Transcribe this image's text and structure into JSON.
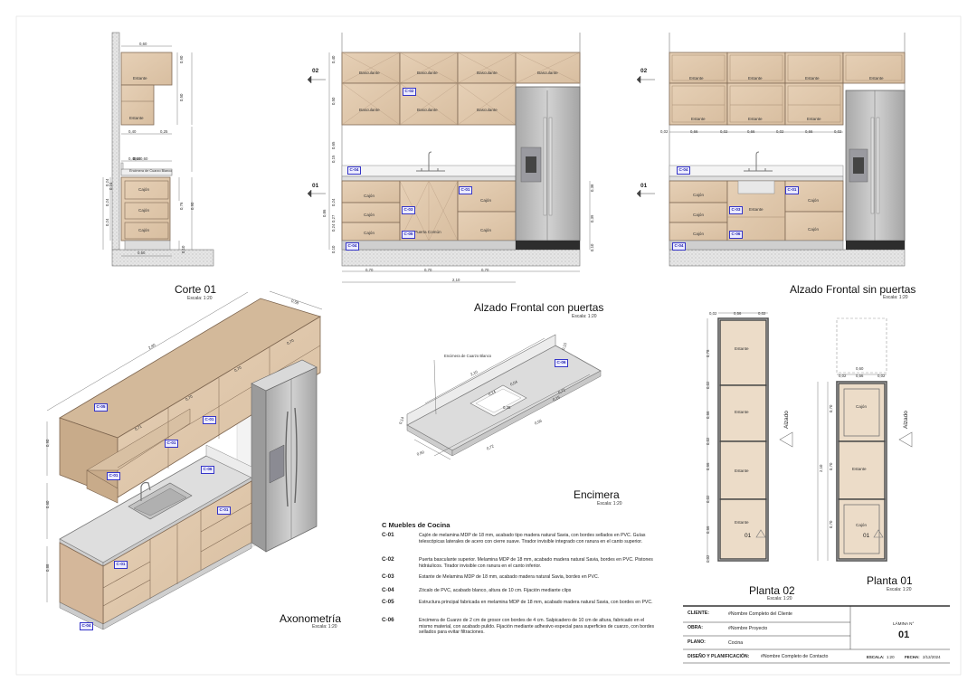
{
  "views": {
    "corte": {
      "title": "Corte 01",
      "scale": "Escala: 1:20"
    },
    "alzado_puertas": {
      "title": "Alzado Frontal con puertas",
      "scale": "Escala: 1:20"
    },
    "alzado_sin": {
      "title": "Alzado Frontal sin puertas",
      "scale": "Escala: 1:20"
    },
    "axonometria": {
      "title": "Axonometría",
      "scale": "Escala: 1:20"
    },
    "encimera": {
      "title": "Encimera",
      "scale": "Escala: 1:20"
    },
    "planta02": {
      "title": "Planta 02",
      "scale": "Escala: 1:20"
    },
    "planta01": {
      "title": "Planta 01",
      "scale": "Escala: 1:20"
    }
  },
  "labels": {
    "basculante": "Basculante",
    "estante": "Estante",
    "cajon": "Cajón",
    "encimera_cuarzo": "Encimera de Cuarzo Blanco",
    "puerta_comun": "Puerta Común",
    "alzado": "Alzado",
    "level_02": "02",
    "level_01": "01"
  },
  "codes": {
    "c01": "C-01",
    "c02": "C-02",
    "c03": "C-03",
    "c04": "C-04",
    "c05": "C-05",
    "c06": "C-06"
  },
  "dims": {
    "corte": [
      "0,60",
      "0,40",
      "0,90",
      "0,50",
      "0,40",
      "0,25",
      "0,60",
      "0,15",
      "0,60",
      "0,24",
      "0,24",
      "0,24",
      "0,24",
      "0,76",
      "0,90",
      "0,50",
      "0,10"
    ],
    "alzado": [
      "0,40",
      "0,50",
      "0,65",
      "0,15",
      "0,24",
      "0,27",
      "0,86",
      "0,24",
      "0,10",
      "0,70",
      "0,70",
      "0,70",
      "2,10",
      "0,38",
      "0,39",
      "0,10"
    ],
    "alzado_sin": [
      "0,02",
      "0,66",
      "0,02",
      "0,66",
      "0,02",
      "0,66",
      "0,02"
    ],
    "encimera": [
      "2,10",
      "0,04",
      "0,72",
      "0,14",
      "0,56",
      "0,15",
      "0,38",
      "0,72",
      "0,60",
      "0,14",
      "0,15"
    ],
    "axo": [
      "2,80",
      "0,58",
      "0,70",
      "0,70",
      "0,70",
      "0,71",
      "0,90",
      "0,60",
      "0,88"
    ],
    "planta02": [
      "0,02",
      "0,56",
      "0,02",
      "0,78",
      "0,02",
      "0,66",
      "0,02",
      "0,66",
      "0,02",
      "0,66",
      "0,02"
    ],
    "planta01": [
      "0,60",
      "0,02",
      "0,56",
      "0,02",
      "0,70",
      "2,10",
      "0,70",
      "0,70"
    ]
  },
  "legend": {
    "title": "C Muebles de Cocina",
    "items": [
      {
        "code": "C-01",
        "text": "Cajón de melamina MDP de 18 mm, acabado tipo madera natural Savia, con bordes sellados en PVC. Guías telescópicas laterales de acero con cierre suave. Tirador invisible integrado con ranura en el canto superior."
      },
      {
        "code": "C-02",
        "text": "Puerta basculante superior. Melamina MDP de 18 mm, acabado madera natural Savia, bordes en PVC. Pistones hidráulicos. Tirador invisible con ranura en el canto inferior."
      },
      {
        "code": "C-03",
        "text": "Estante de Melamina MDP de 18 mm, acabado madera natural Savia, bordes en PVC."
      },
      {
        "code": "C-04",
        "text": "Zócalo de PVC, acabado blanco, altura de 10 cm. Fijación mediante clips"
      },
      {
        "code": "C-05",
        "text": "Estructura principal fabricada en melamina MDP de 18 mm, acabado madera natural Savia, con bordes en PVC."
      },
      {
        "code": "C-06",
        "text": "Encimera de Cuarzo de 2 cm de grosor con bordes de 4 cm. Salpicadero de 10 cm de altura, fabricado en el mismo material, con acabado pulido. Fijación mediante adhesivo especial para superficies de cuarzo, con bordes sellados para evitar filtraciones."
      }
    ]
  },
  "title_block": {
    "cliente_label": "CLIENTE:",
    "cliente": "#Nombre Completo del Cliente",
    "obra_label": "OBRA:",
    "obra": "#Nombre Proyecto",
    "plano_label": "PLANO:",
    "plano": "Cocina",
    "lamina_label": "LÁMINA N°",
    "lamina": "01",
    "diseno_label": "DISEÑO Y PLANIFICACIÓN:",
    "diseno": "#Nombre Completo de Contacto",
    "escala_label": "ESCALA:",
    "escala": "1:20",
    "fecha_label": "FECHA:",
    "fecha": "2/12/2024"
  },
  "colors": {
    "wood": "#e2cbb0",
    "wood_line": "#a08870",
    "steel": "#bdbdbd",
    "quartz": "#e7e7e7",
    "tag_border": "#3535c8",
    "tag_fill": "#ececff",
    "hatch": "#cfcfcf"
  }
}
